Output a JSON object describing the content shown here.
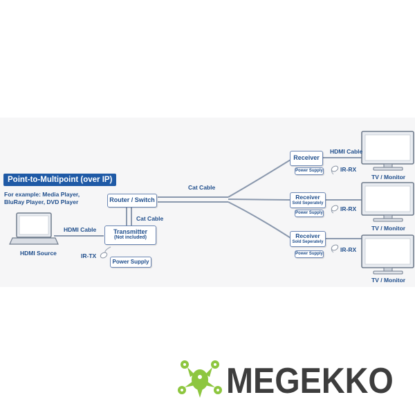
{
  "diagram": {
    "title": "Point-to-Multipoint (over IP)",
    "example_text": "For example: Media Player,\nBluRay Player, DVD Player",
    "source": {
      "label": "HDMI Source"
    },
    "hdmi_cable_left": "HDMI Cable",
    "transmitter": {
      "label": "Transmitter",
      "note": "(Not included)"
    },
    "ir_tx": "IR-TX",
    "power_supply_tx": "Power Supply",
    "router": {
      "label": "Router / Switch"
    },
    "cat_cable_vertical": "Cat Cable",
    "cat_cable_top": "Cat Cable",
    "receivers": [
      {
        "label": "Receiver",
        "note": "",
        "power": "Power Supply",
        "ir": "IR-RX",
        "cable": "HDMI Cable",
        "display": "TV / Monitor"
      },
      {
        "label": "Receiver",
        "note": "Sold Seperately",
        "power": "Power Supply",
        "ir": "IR-RX",
        "cable": "",
        "display": "TV / Monitor"
      },
      {
        "label": "Receiver",
        "note": "Sold Seperately",
        "power": "Power Supply",
        "ir": "IR-RX",
        "cable": "",
        "display": "TV / Monitor"
      }
    ]
  },
  "branding": {
    "name": "MEGEKKO",
    "logo_color": "#8dc63f",
    "text_color": "#3d3d3d"
  },
  "colors": {
    "accent": "#1f5aa6",
    "text": "#1f4e8c",
    "wire": "#8a98ad"
  }
}
